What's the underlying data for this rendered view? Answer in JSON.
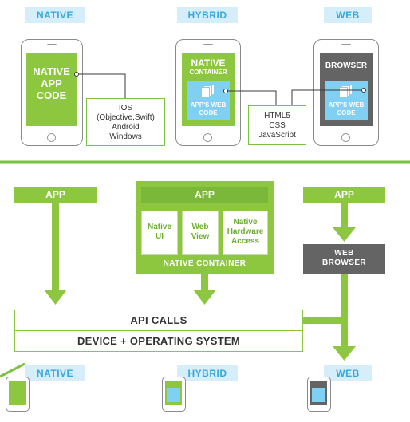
{
  "top": {
    "native": {
      "label": "NATIVE",
      "screen_lines": [
        "NATIVE",
        "APP",
        "CODE"
      ],
      "note_lines": [
        "IOS",
        "(Objective,Swift)",
        "Android",
        "Windows"
      ]
    },
    "hybrid": {
      "label": "HYBRID",
      "screen_title_lines": [
        "NATIVE",
        "CONTAINER"
      ],
      "inner_lines": [
        "APP'S WEB",
        "CODE"
      ],
      "note_lines": [
        "HTML5",
        "CSS",
        "JavaScript"
      ]
    },
    "web": {
      "label": "WEB",
      "screen_title": "BROWSER",
      "inner_lines": [
        "APP'S WEB",
        "CODE"
      ]
    }
  },
  "bottom": {
    "native_app": "APP",
    "hybrid": {
      "app": "APP",
      "components": [
        [
          "Native",
          "UI"
        ],
        [
          "Web",
          "View"
        ],
        [
          "Native",
          "Hardware",
          "Access"
        ]
      ],
      "container": "NATIVE CONTAINER"
    },
    "web": {
      "app": "APP",
      "browser_lines": [
        "WEB",
        "BROWSER"
      ]
    },
    "api_calls": "API CALLS",
    "device_os": "DEVICE + OPERATING SYSTEM",
    "labels": {
      "native": "NATIVE",
      "hybrid": "HYBRID",
      "web": "WEB"
    }
  },
  "colors": {
    "tag_bg": "#d6eef9",
    "tag_text": "#36a8dd",
    "green": "#8dc63f",
    "dark_green": "#7bc143",
    "light_blue": "#7fd0f2",
    "dark_gray": "#646464"
  }
}
